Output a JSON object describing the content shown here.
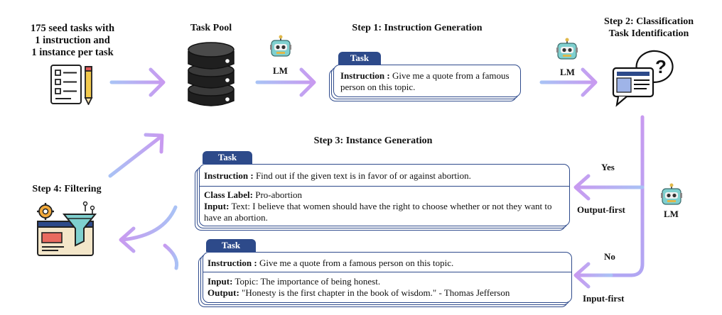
{
  "seed": {
    "line1": "175 seed tasks with",
    "line2": "1 instruction and",
    "line3": "1 instance per task"
  },
  "task_pool": {
    "title": "Task Pool"
  },
  "lm_label": "LM",
  "step1": {
    "title": "Step 1: Instruction Generation",
    "tab": "Task",
    "instruction_label": "Instruction :",
    "instruction_text": "Give me a quote from a famous person on this topic."
  },
  "step2": {
    "line1": "Step 2: Classification",
    "line2": "Task Identification"
  },
  "branches": {
    "yes": "Yes",
    "no": "No",
    "output_first": "Output-first",
    "input_first": "Input-first"
  },
  "step3": {
    "title": "Step 3: Instance Generation",
    "card1": {
      "tab": "Task",
      "instruction_label": "Instruction :",
      "instruction_text": "Find out if the given text is in favor of or against abortion.",
      "class_label": "Class Label:",
      "class_value": "Pro-abortion",
      "input_label": "Input:",
      "input_text": "Text: I believe that women should have the right to choose whether or not they want to have an abortion."
    },
    "card2": {
      "tab": "Task",
      "instruction_label": "Instruction :",
      "instruction_text": "Give me a quote from a famous person on this topic.",
      "input_label": "Input:",
      "input_text": "Topic: The importance of being honest.",
      "output_label": "Output:",
      "output_text": "\"Honesty is the first chapter in the book of wisdom.\" - Thomas Jefferson"
    }
  },
  "step4": {
    "title": "Step 4: Filtering"
  },
  "colors": {
    "arrow_start": "#a9b7f5",
    "arrow_end": "#c79af0",
    "tab_blue": "#2d4a8a",
    "robot_teal": "#7fd0cf"
  }
}
